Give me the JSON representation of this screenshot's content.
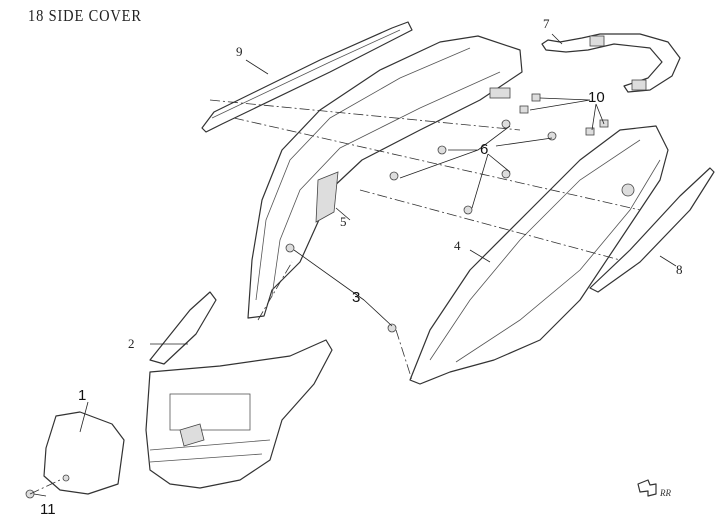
{
  "title": "18  SIDE COVER",
  "callouts": {
    "c1": "1",
    "c2": "2",
    "c3": "3",
    "c4": "4",
    "c5": "5",
    "c6": "6",
    "c7": "7",
    "c8": "8",
    "c9": "9",
    "c10": "10",
    "c11": "11"
  },
  "direction_label": "RR"
}
